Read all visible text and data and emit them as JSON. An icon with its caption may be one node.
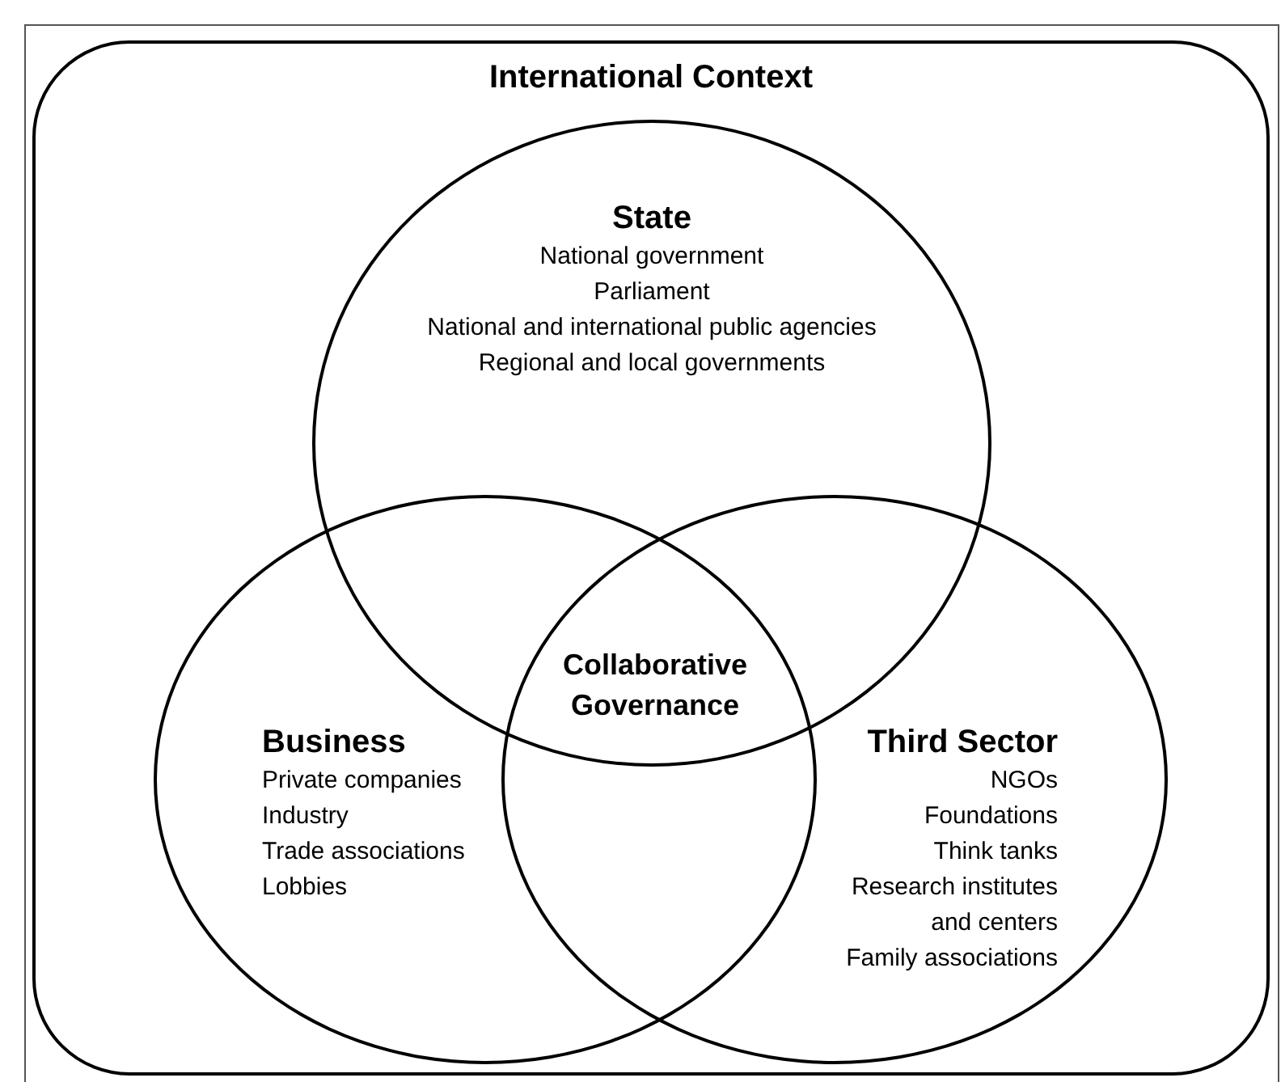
{
  "diagram": {
    "nodes": [
      {
        "text": [
          "International Context"
        ]
      },
      {
        "text": [
          "State",
          "National government",
          "Parliament",
          "National and international public agencies",
          "Regional and local governments"
        ],
        "in": 0
      },
      {
        "text": [
          "Business",
          "Private companies",
          "Industry",
          "Trade associations",
          "Lobbies"
        ],
        "in": 0
      },
      {
        "text": [
          "Third Sector",
          "NGOs",
          "Foundations",
          "Think tanks",
          "Research institutes and centers",
          "Family associations"
        ],
        "in": 0
      }
    ],
    "edges": [],
    "labels": [
      "Collaborative Governance"
    ]
  }
}
